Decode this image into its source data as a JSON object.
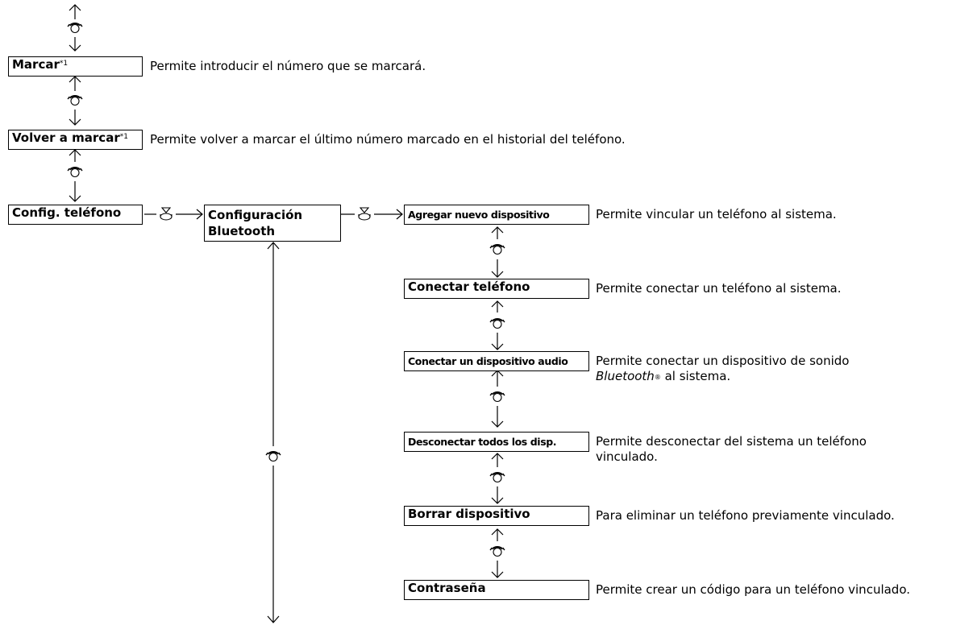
{
  "main_menu": [
    {
      "label": "Marcar",
      "note": "*1",
      "description": "Permite introducir el número que se marcará."
    },
    {
      "label": "Volver a marcar",
      "note": "*1",
      "description": "Permite volver a marcar el último número marcado en el historial del teléfono."
    },
    {
      "label": "Config. teléfono"
    }
  ],
  "submenu": {
    "label_line1": "Configuración",
    "label_line2": "Bluetooth"
  },
  "bluetooth_items": [
    {
      "label": "Agregar nuevo dispositivo",
      "description": "Permite vincular un teléfono al sistema."
    },
    {
      "label": "Conectar teléfono",
      "description": "Permite conectar un teléfono al sistema."
    },
    {
      "label": "Conectar un dispositivo audio",
      "description_line1": "Permite conectar un dispositivo de sonido",
      "description_line2_italic": "Bluetooth",
      "description_line2_reg": "®",
      "description_line2_rest": " al sistema."
    },
    {
      "label": "Desconectar todos los disp.",
      "description_line1": "Permite desconectar del sistema un teléfono",
      "description_line2": "vinculado."
    },
    {
      "label": "Borrar dispositivo",
      "description": "Para eliminar un teléfono previamente vinculado."
    },
    {
      "label": "Contraseña",
      "description": "Permite crear un código para un teléfono vinculado."
    }
  ],
  "icons": {
    "rotate": "rotate-knob-icon",
    "press": "press-knob-icon"
  }
}
